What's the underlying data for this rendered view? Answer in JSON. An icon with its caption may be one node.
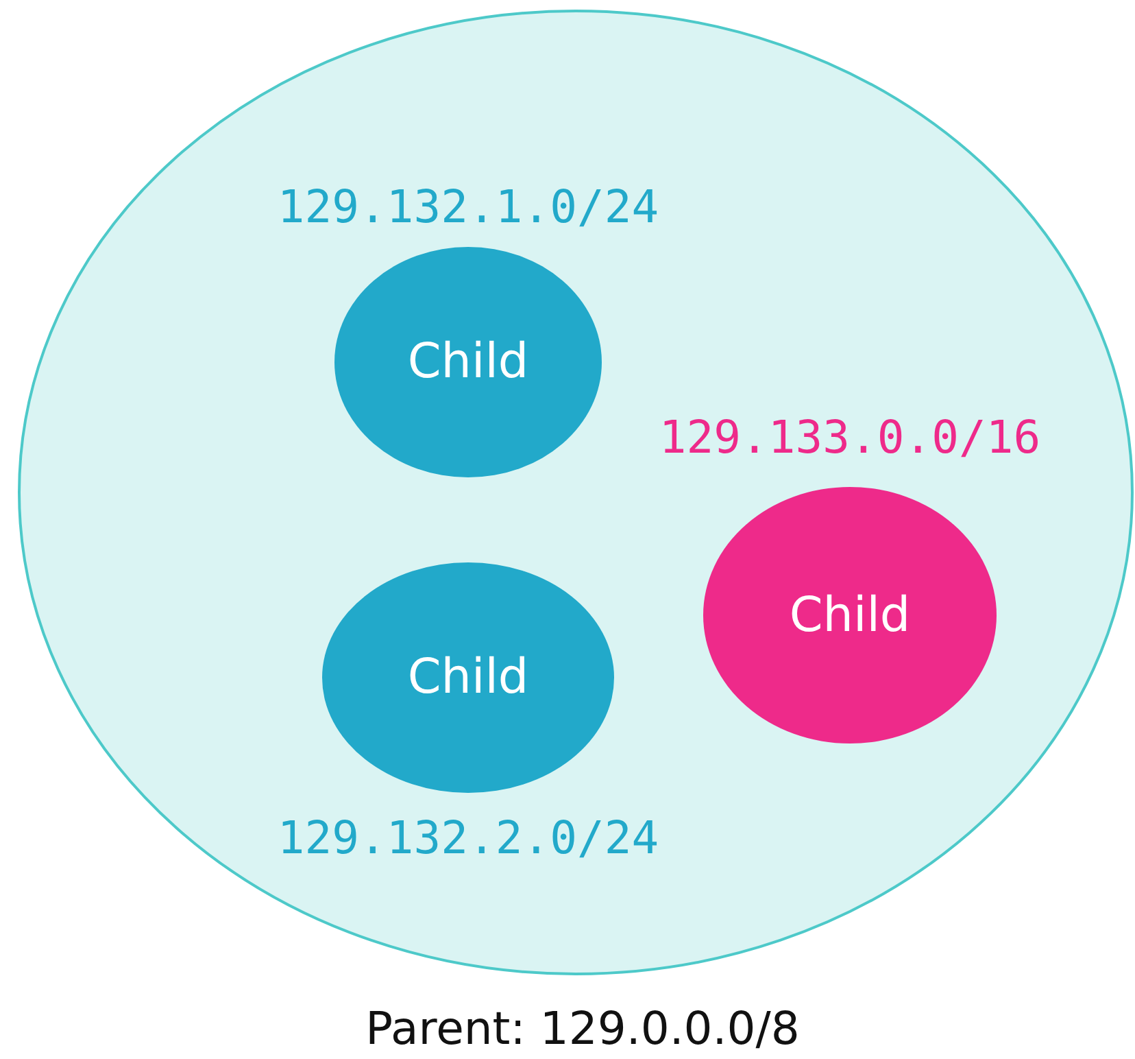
{
  "diagram": {
    "nodes": [
      {
        "text": [
          "Parent: 129.0.0.0/8"
        ]
      },
      {
        "text": [
          "Child"
        ],
        "beside": [
          "129.132.1.0/24"
        ],
        "in": 0
      },
      {
        "text": [
          "Child"
        ],
        "beside": [
          "129.133.0.0/16"
        ],
        "in": 0
      },
      {
        "text": [
          "Child"
        ],
        "beside": [
          "129.132.2.0/24"
        ],
        "in": 0
      }
    ]
  }
}
